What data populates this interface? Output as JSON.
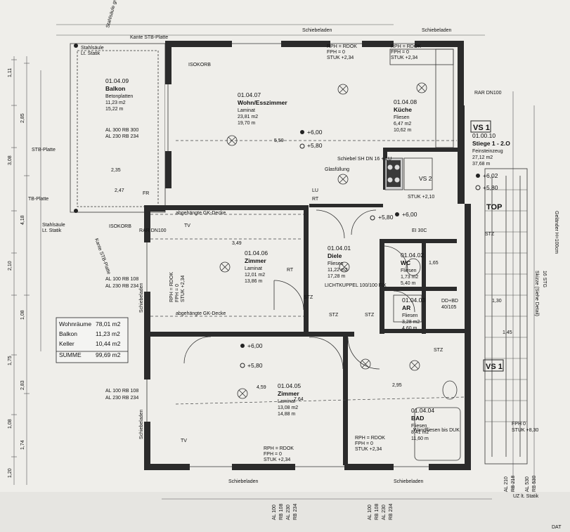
{
  "labels": {
    "kante_stb_top": "Kante STB-Platte",
    "kante_stb_left": "Kante STB-Platte",
    "stahlsaeule_top": "Stahlsäule",
    "stahlsaeule_top2": "Lt. Statik",
    "stahlsaeule_left": "Stahlsäule",
    "stahlsaeule_left2": "Lt. Statik",
    "stahlsaeule_top_right": "Stahlsäule gr",
    "stb_platte": "STB-Platte",
    "tb_platte": "TB-Platte",
    "isokorb_1": "ISOKORB",
    "isokorb_2": "ISOKORB",
    "schiebeladen_top1": "Schiebeladen",
    "schiebeladen_top2": "Schiebeladen",
    "schiebeladen_bot1": "Schiebeladen",
    "schiebeladen_bot2": "Schiebeladen",
    "schiebeladen_left1": "Schiebeladen",
    "schiebeladen_left2": "Schiebeladen",
    "rar_dn100_top": "RAR DN100",
    "rar_dn100_left": "RAR DN100",
    "vs1_top": "VS 1",
    "vs1_right": "VS 1",
    "vs2": "VS 2",
    "top_label": "TOP",
    "glasfullung": "Glasfüllung",
    "lichtkuppel": "LICHTKUPPEL 100/100 FIX",
    "schiebel": "Schiebel SH DN 16 + LU",
    "dat": "DAT"
  },
  "rooms": [
    {
      "id": "01.04.09",
      "name": "Balkon",
      "floor": "Betonplatten",
      "area1": "11,23 m2",
      "area2": "15,22 m"
    },
    {
      "id": "01.04.07",
      "name": "Wohn/Esszimmer",
      "floor": "Laminat",
      "area1": "23,81 m2",
      "area2": "19,70 m"
    },
    {
      "id": "01.04.08",
      "name": "Küche",
      "floor": "Fliesen",
      "area1": "6,47 m2",
      "area2": "10,62 m"
    },
    {
      "id": "01.00.10",
      "name": "Stiege 1 - 2.O",
      "floor": "Feinsteinzeug",
      "area1": "27,12 m2",
      "area2": "37,68 m"
    },
    {
      "id": "01.04.06",
      "name": "Zimmer",
      "floor": "Laminat",
      "area1": "12,01 m2",
      "area2": "13,86 m"
    },
    {
      "id": "01.04.01",
      "name": "Diele",
      "floor": "Fliesen",
      "area1": "11,22 m2",
      "area2": "17,28 m"
    },
    {
      "id": "01.04.02",
      "name": "WC",
      "floor": "Fliesen",
      "area1": "1,73 m2",
      "area2": "5,40 m"
    },
    {
      "id": "01.04.03",
      "name": "AR",
      "floor": "Fliesen",
      "area1": "3,28 m2",
      "area2": "4,60 m"
    },
    {
      "id": "01.04.05",
      "name": "Zimmer",
      "floor": "Laminat",
      "area1": "13,08 m2",
      "area2": "14,88 m"
    },
    {
      "id": "01.04.04",
      "name": "BAD",
      "floor": "Fliesen",
      "area1": "8,41 m2",
      "area2": "11,60 m"
    }
  ],
  "summary": [
    {
      "label": "Wohnräume",
      "value": "78,01 m2"
    },
    {
      "label": "Balkon",
      "value": "11,23 m2"
    },
    {
      "label": "Keller",
      "value": "10,44 m2"
    },
    {
      "label": "SUMME",
      "value": "99,69 m2"
    }
  ],
  "elevations": {
    "e1": "+6,00",
    "e2": "+5,80",
    "e3": "+5,80",
    "e4": "+6,00",
    "e5": "+6,02",
    "e6": "+5,80",
    "e7": "+6,00",
    "e8": "+5,80",
    "e9": "STUK +2,10"
  },
  "window_specs": [
    {
      "line1": "AL 300  RB 300",
      "line2": "AL 230  RB 234"
    },
    {
      "line1": "AL 100  RB 108",
      "line2": "AL 230  RB 234"
    },
    {
      "line1": "AL 100  RB 108",
      "line2": "AL 230  RB 234"
    }
  ],
  "rdok": [
    {
      "l1": "RPH = RDOK",
      "l2": "FPH = 0",
      "l3": "STUK +2,34"
    },
    {
      "l1": "RPH = RDOK",
      "l2": "FPH = 0",
      "l3": "STUK +2,34"
    },
    {
      "l1": "RPH = RDOK",
      "l2": "FPH = 0",
      "l3": "STUK +2,34"
    },
    {
      "l1": "RPH = RDOK",
      "l2": "FPH = 0",
      "l3": "STUK +2,34"
    },
    {
      "l1": "RPH = RDOK",
      "l2": "FPH = 0",
      "l3": "STUK +2,34"
    }
  ],
  "bottom_windows": [
    "AL 100",
    "RB 108",
    "AL 230",
    "RB 234",
    "AL 100",
    "RB 108",
    "AL 230",
    "RB 234"
  ],
  "right_dims": [
    "AL 210",
    "RB 218",
    "AL 530",
    "RB 530"
  ],
  "misc": {
    "stz": "STZ",
    "rt": "RT",
    "lu": "LU",
    "fr": "FR",
    "tv": "TV",
    "ei30c": "EI 30C",
    "ddbd": "DD+BD",
    "ddbd2": "40/105",
    "fph0": "FPH 0",
    "stuk830": "STUK +8,30",
    "uz_statik": "UZ lt. Statik",
    "wandfliesen": "Wandfliesen bis DUK",
    "abgehaengt1": "abgehängte GK-Decke",
    "abgehaengt2": "abgehängte GK-Decke",
    "gelaender": "Geländer H=100cm",
    "steig": "16 STG",
    "skizze": "Skizze (Siehe Detail)"
  },
  "dims_left": [
    "1,11",
    "2,85",
    "3,08",
    "4,18",
    "2,10",
    "1,08",
    "1,75",
    "2,83",
    "1,08",
    "1,74",
    "1,20"
  ],
  "dims_inner": [
    "3,49",
    "2,35",
    "2,47",
    "5,59",
    "4,59",
    "7,64",
    "2,95",
    "1,65",
    "1,30",
    "1,45"
  ]
}
